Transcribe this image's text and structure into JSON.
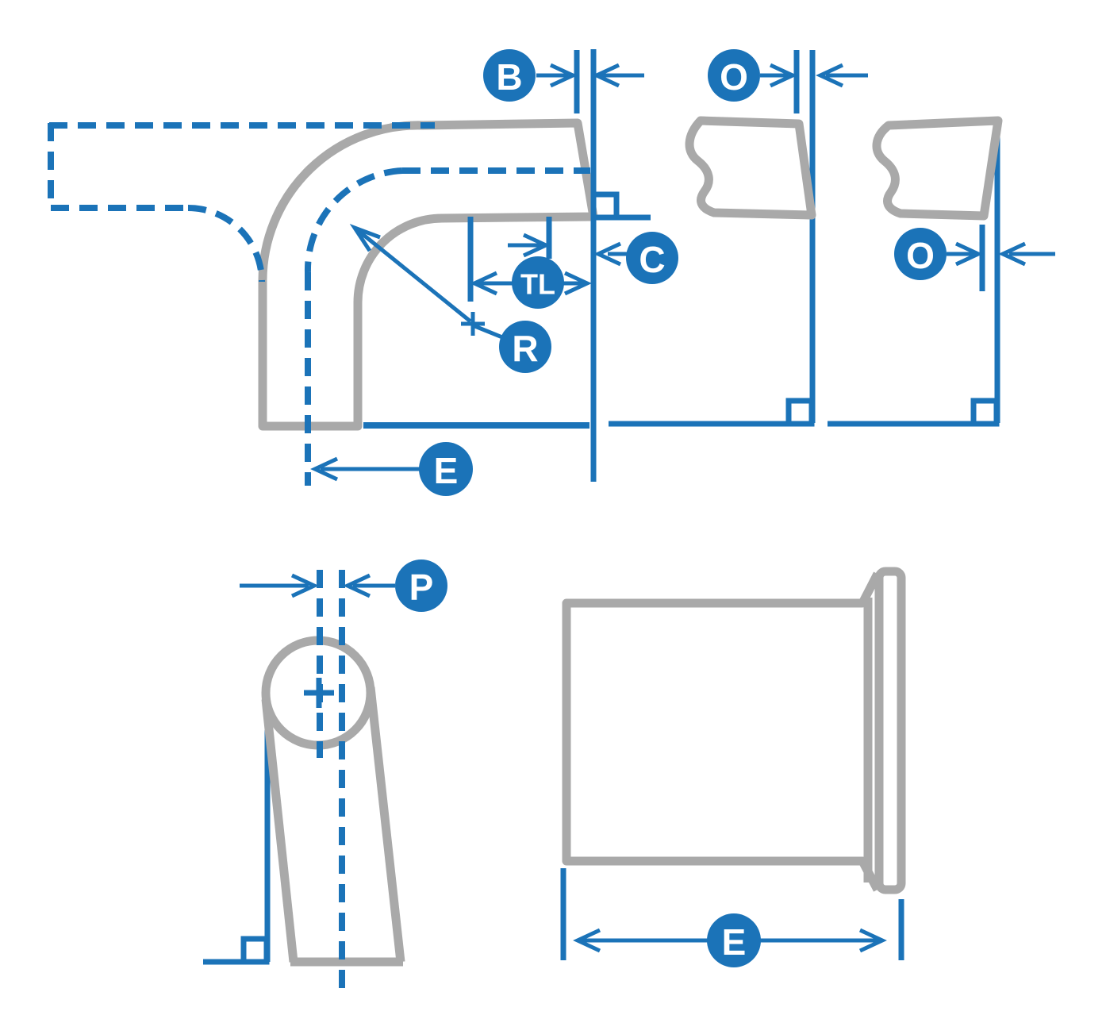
{
  "diagram": {
    "labels": {
      "b": "B",
      "o_top": "O",
      "o_side": "O",
      "c": "C",
      "tl": "TL",
      "r": "R",
      "e_elbow": "E",
      "p": "P",
      "e_stub": "E"
    },
    "colors": {
      "accent": "#1b73b8",
      "outline": "#a9a9a9",
      "label_text": "#ffffff",
      "background": "#ffffff"
    }
  }
}
